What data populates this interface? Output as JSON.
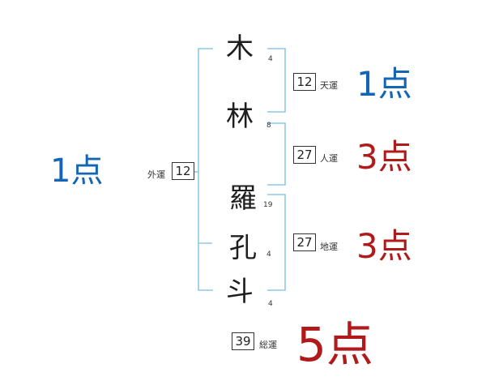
{
  "characters": [
    {
      "char": "木",
      "strokes": "4"
    },
    {
      "char": "林",
      "strokes": "8"
    },
    {
      "char": "羅",
      "strokes": "19"
    },
    {
      "char": "孔",
      "strokes": "4"
    },
    {
      "char": "斗",
      "strokes": "4"
    }
  ],
  "gaiun": {
    "value": "12",
    "label": "外運",
    "score": "1点"
  },
  "tenun": {
    "value": "12",
    "label": "天運",
    "score": "1点"
  },
  "jinun": {
    "value": "27",
    "label": "人運",
    "score": "3点"
  },
  "chiun": {
    "value": "27",
    "label": "地運",
    "score": "3点"
  },
  "souun": {
    "value": "39",
    "label": "総運",
    "score": "5点"
  },
  "colors": {
    "bracket": "#8ec8e8",
    "blue_score": "#1565b5",
    "red_score": "#b11a1a"
  }
}
